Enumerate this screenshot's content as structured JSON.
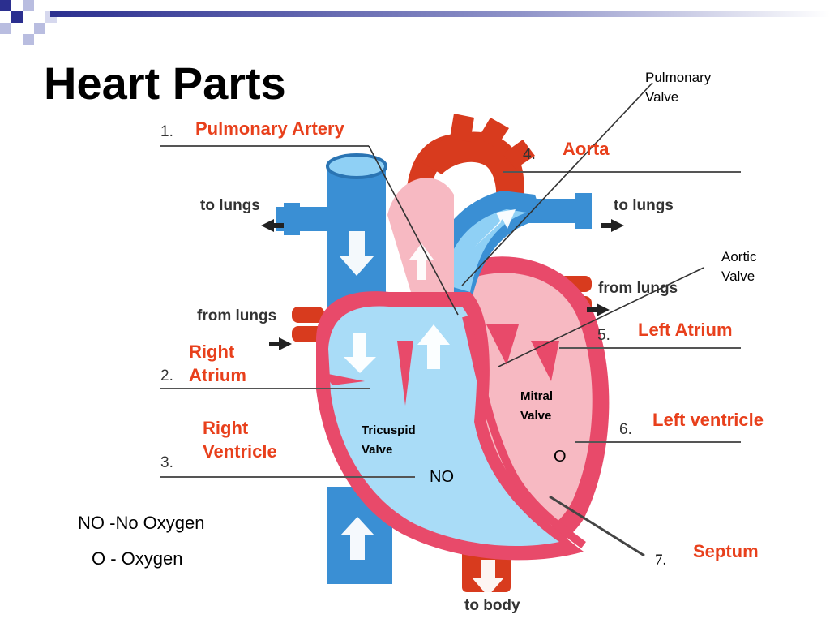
{
  "title": "Heart Parts",
  "colors": {
    "bar": "#2b2f8f",
    "bar_light": "#b9bde0",
    "label_red": "#e8401c",
    "blood_blue": "#3a8fd4",
    "blood_red": "#d83b1e",
    "wall_pink": "#e84a6a"
  },
  "labels": {
    "pulmonary_valve": [
      "Pulmonary",
      "Valve"
    ],
    "pulmonary_artery": "Pulmonary Artery",
    "aorta": "Aorta",
    "aortic_valve": [
      "Aortic",
      "Valve"
    ],
    "left_atrium": "Left Atrium",
    "right_atrium": [
      "Right",
      "Atrium"
    ],
    "mitral_valve": [
      "Mitral",
      "Valve"
    ],
    "left_ventricle": "Left ventricle",
    "right_ventricle": [
      "Right",
      "Ventricle"
    ],
    "tricuspid_valve": [
      "Tricuspid",
      "Valve"
    ],
    "o_marker": "O",
    "no_marker": "NO",
    "septum": "Septum"
  },
  "numbers": [
    "1.",
    "2.",
    "3.",
    "4.",
    "5.",
    "6.",
    "7."
  ],
  "flow": {
    "to_lungs": "to lungs",
    "from_lungs": "from lungs",
    "to_body": "to body"
  },
  "legend": [
    "NO -No Oxygen",
    "O - Oxygen"
  ]
}
